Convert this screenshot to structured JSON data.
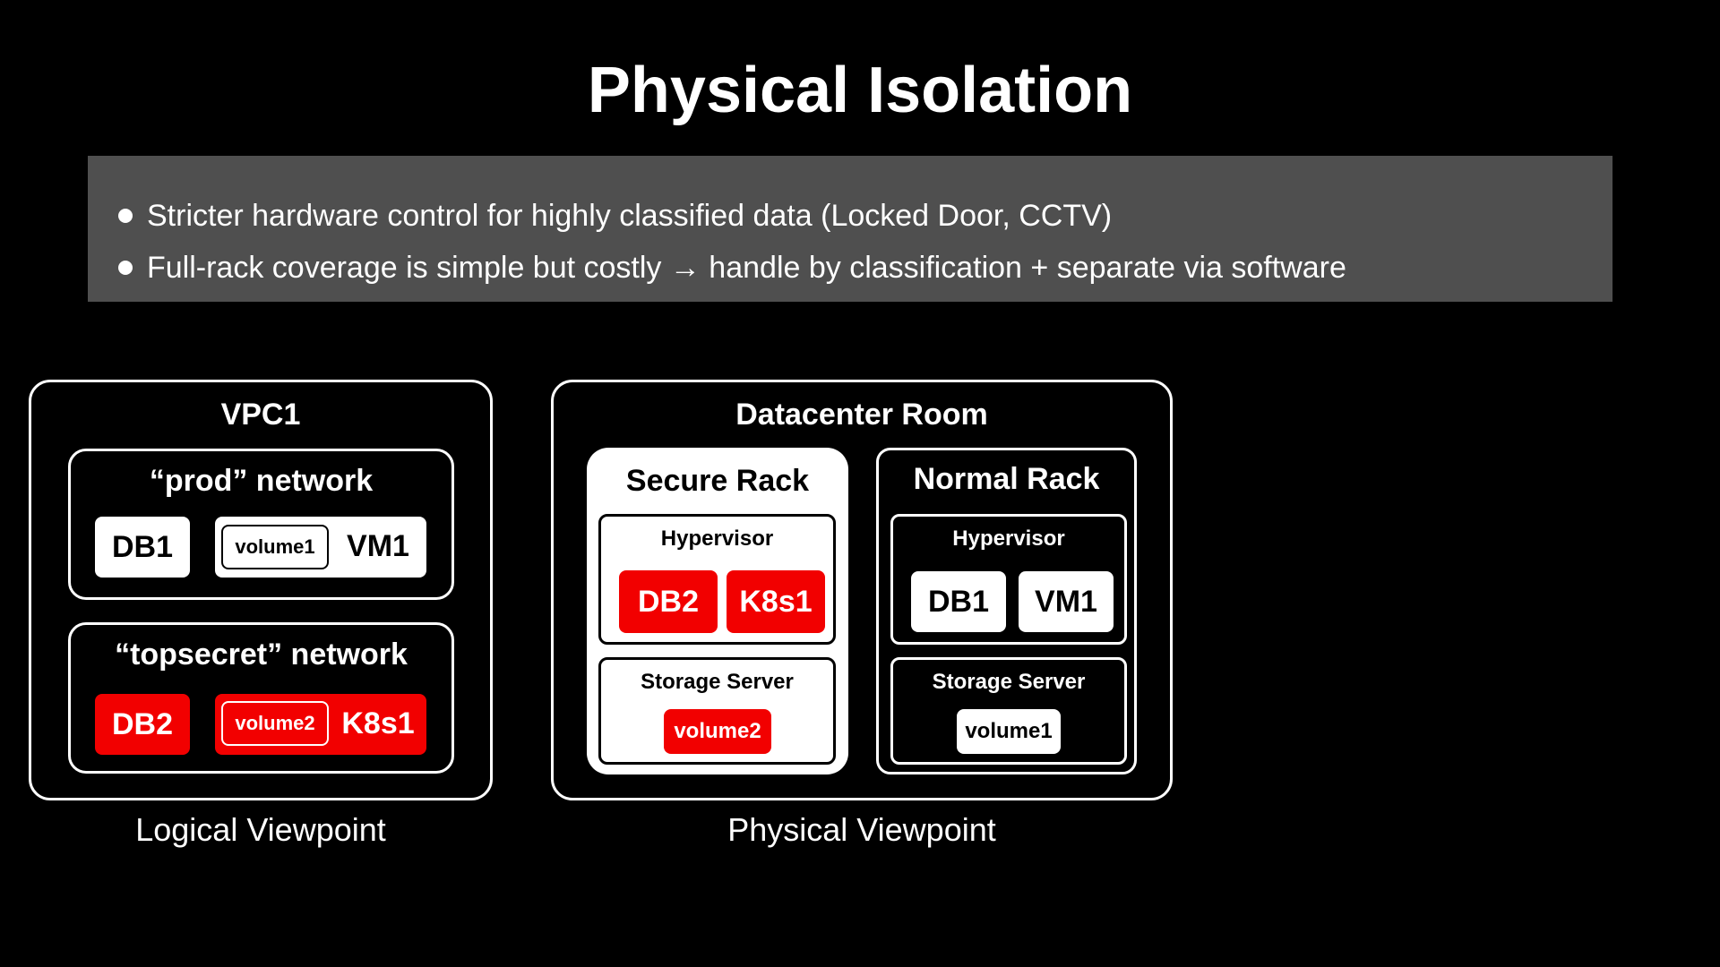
{
  "title": "Physical Isolation",
  "bullets": [
    "Stricter hardware control for highly classified data (Locked Door, CCTV)",
    "Full-rack coverage is simple but costly → handle by classification + separate via software"
  ],
  "logical": {
    "container": "VPC1",
    "caption": "Logical Viewpoint",
    "prod": {
      "label": "“prod” network",
      "db": "DB1",
      "volume": "volume1",
      "vm": "VM1"
    },
    "topsecret": {
      "label": "“topsecret” network",
      "db": "DB2",
      "volume": "volume2",
      "vm": "K8s1"
    }
  },
  "physical": {
    "container": "Datacenter Room",
    "caption": "Physical Viewpoint",
    "secure_rack": {
      "label": "Secure Rack",
      "hypervisor": "Hypervisor",
      "items": [
        "DB2",
        "K8s1"
      ],
      "storage": "Storage Server",
      "volume": "volume2"
    },
    "normal_rack": {
      "label": "Normal Rack",
      "hypervisor": "Hypervisor",
      "items": [
        "DB1",
        "VM1"
      ],
      "storage": "Storage Server",
      "volume": "volume1"
    }
  },
  "colors": {
    "background": "#000000",
    "bullet_panel": "#4f4f4f",
    "classified_red": "#f20000",
    "white": "#ffffff"
  }
}
